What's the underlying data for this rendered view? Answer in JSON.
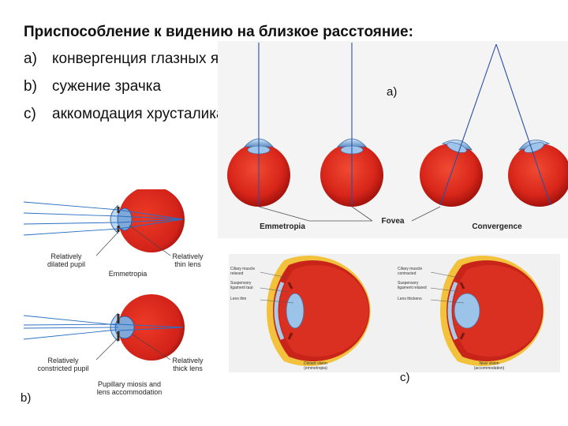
{
  "slide": {
    "title": "Приспособление к видению на близкое расстояние:",
    "items": [
      {
        "marker": "a)",
        "text": "конвергенция  глазных яблок"
      },
      {
        "marker": "b)",
        "text": "сужение зрачка"
      },
      {
        "marker": "c)",
        "text": "аккомодация хрусталика"
      }
    ]
  },
  "panel_a": {
    "label": "a)",
    "captions": {
      "left": "Emmetropia",
      "center": "Fovea",
      "right": "Convergence"
    }
  },
  "panel_b": {
    "label": "b)",
    "top": {
      "pupil": [
        "Relatively",
        "dilated pupil"
      ],
      "lens": [
        "Relatively",
        "thin lens"
      ],
      "caption": "Emmetropia"
    },
    "bottom": {
      "pupil": [
        "Relatively",
        "constricted pupil"
      ],
      "lens": [
        "Relatively",
        "thick lens"
      ],
      "caption": [
        "Pupillary miosis and",
        "lens accommodation"
      ]
    }
  },
  "panel_c": {
    "label": "c)",
    "left": {
      "notes": [
        "Ciliary muscle",
        "relaxed",
        "Suspensory",
        "ligament taut",
        "Lens thin"
      ],
      "caption": [
        "Distant vision",
        "(emmetropia)"
      ]
    },
    "right": {
      "notes": [
        "Ciliary muscle",
        "contracted",
        "Suspensory",
        "ligament relaxed",
        "Lens thickens"
      ],
      "caption": [
        "Near vision",
        "(accommodation)"
      ]
    }
  },
  "colors": {
    "eye": "#d8261a",
    "eye_dark": "#a3120c",
    "cornea": "#8fb8e0",
    "ray": "#2a4fa8",
    "sclera": "#f2c23c"
  }
}
